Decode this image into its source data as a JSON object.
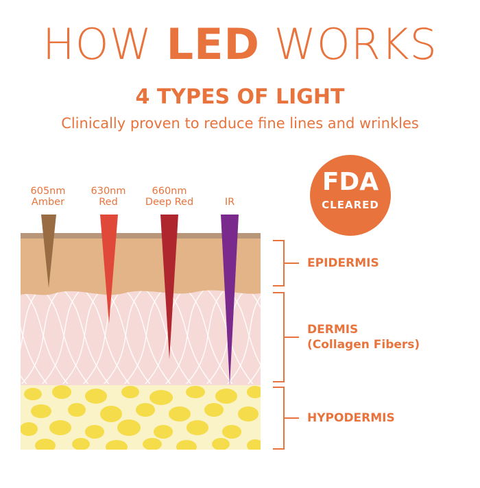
{
  "title": {
    "light": [
      "HOW ",
      " WORKS"
    ],
    "bold": "LED"
  },
  "subtitle": "4 TYPES OF LIGHT",
  "tagline": "Clinically proven to reduce fine lines and wrinkles",
  "badge": {
    "line1": "FDA",
    "line2": "CLEARED"
  },
  "lights": [
    {
      "wavelength": "605nm",
      "name": "Amber",
      "color": "#9a6c44"
    },
    {
      "wavelength": "630nm",
      "name": "Red",
      "color": "#e0483a"
    },
    {
      "wavelength": "660nm",
      "name": "Deep Red",
      "color": "#b0262e"
    },
    {
      "wavelength": "",
      "name": "IR",
      "color": "#7a2a8c"
    }
  ],
  "layers": [
    {
      "name": "EPIDERMIS",
      "subname": "",
      "color": "#e2b488"
    },
    {
      "name": "DERMIS",
      "subname": "(Collagen Fibers)",
      "color": "#f6dad8"
    },
    {
      "name": "HYPODERMIS",
      "subname": "",
      "color": "#fbf3c8"
    }
  ],
  "colors": {
    "accent": "#e8733c",
    "fat_cell": "#f4dc4a",
    "skin_top": "#b79679"
  }
}
